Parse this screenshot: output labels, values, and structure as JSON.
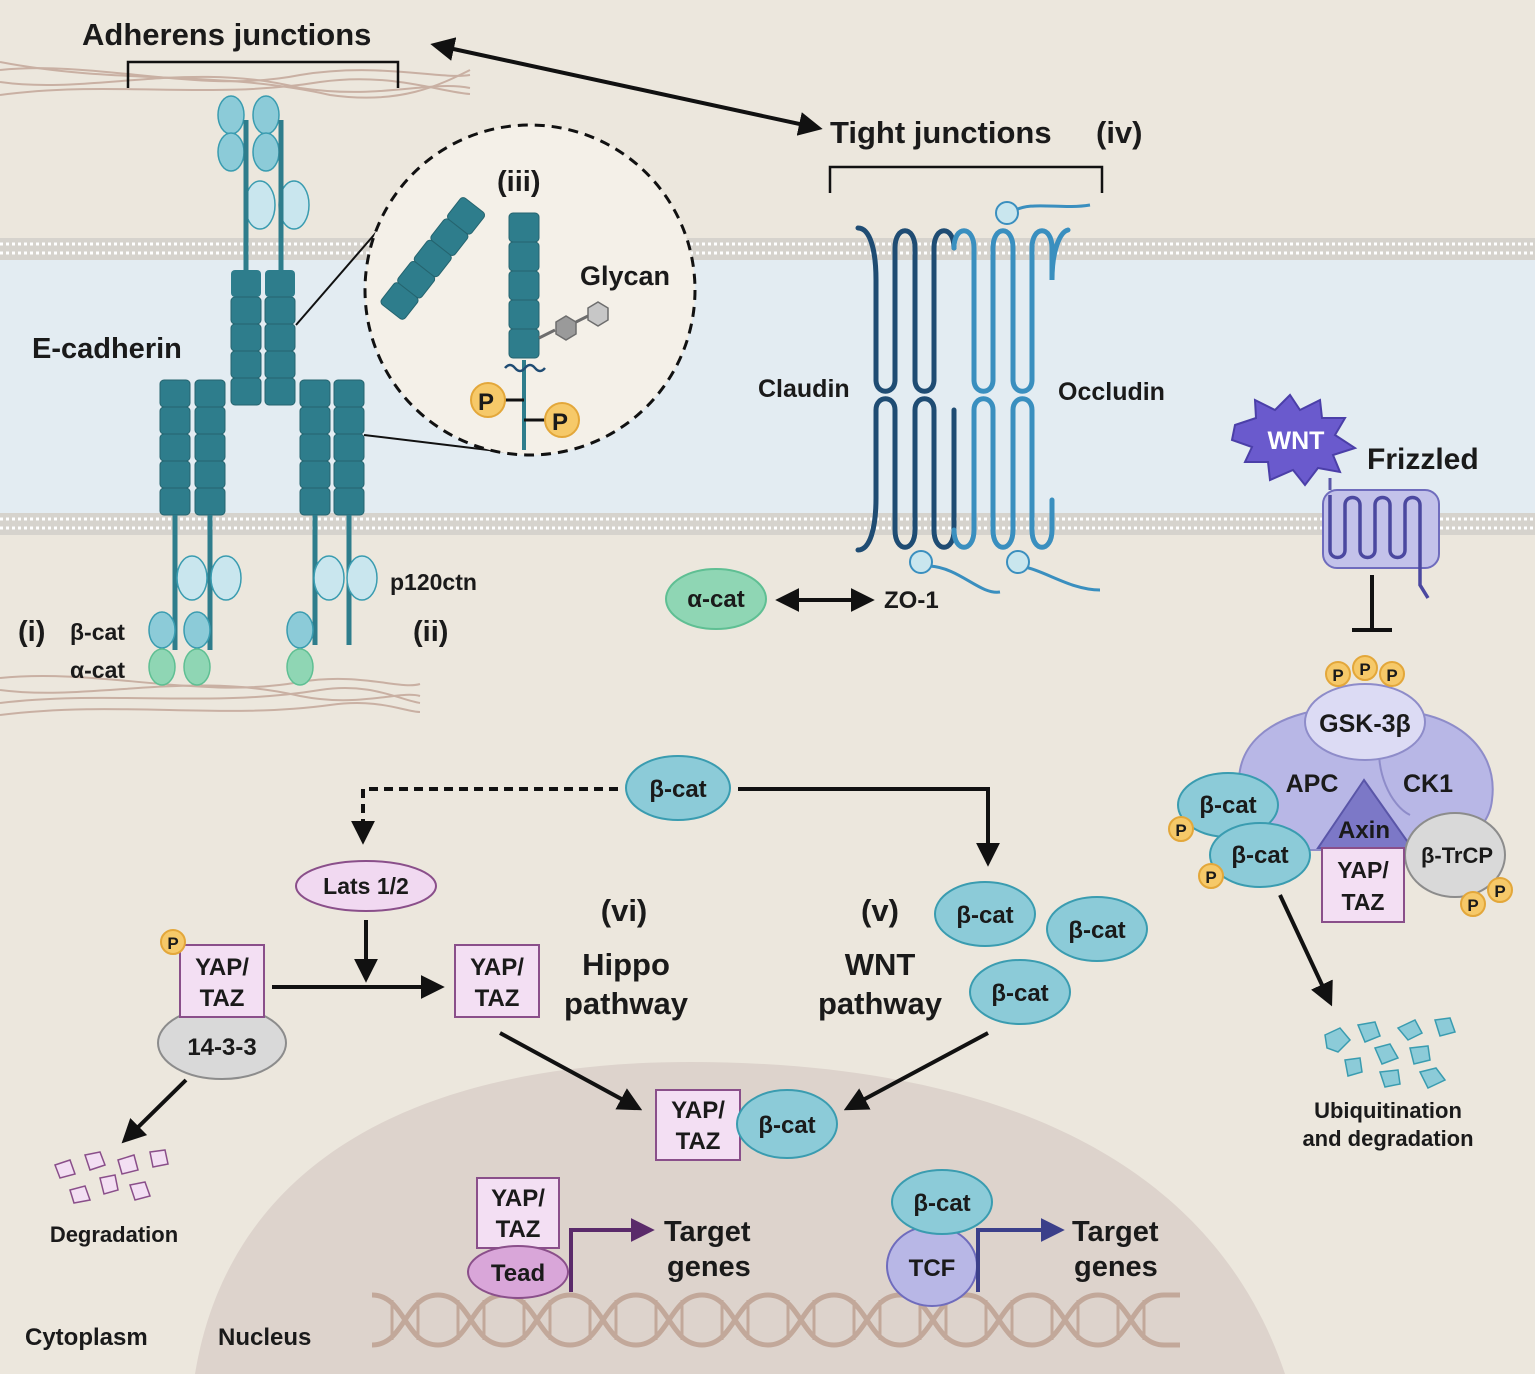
{
  "labels": {
    "adherens": "Adherens junctions",
    "tight": "Tight junctions",
    "tight_num": "(iv)",
    "ecadherin": "E-cadherin",
    "num_i": "(i)",
    "num_ii": "(ii)",
    "num_iii": "(iii)",
    "num_v": "(v)",
    "num_vi": "(vi)",
    "bcat": "β-cat",
    "acat": "α-cat",
    "p120": "p120ctn",
    "glycan": "Glycan",
    "p": "P",
    "claudin": "Claudin",
    "occludin": "Occludin",
    "zo1": "ZO-1",
    "wnt": "WNT",
    "frizzled": "Frizzled",
    "gsk": "GSK-3β",
    "apc": "APC",
    "ck1": "CK1",
    "axin": "Axin",
    "btrcp": "β-TrCP",
    "yap": "YAP/",
    "taz": "TAZ",
    "ubiq1": "Ubiquitination",
    "ubiq2": "and degradation",
    "lats": "Lats 1/2",
    "hippo1": "Hippo",
    "hippo2": "pathway",
    "wnt1": "WNT",
    "wnt2": "pathway",
    "p1433": "14-3-3",
    "degradation": "Degradation",
    "tead": "Tead",
    "tcf": "TCF",
    "target1": "Target",
    "target2": "genes",
    "cytoplasm": "Cytoplasm",
    "nucleus": "Nucleus"
  },
  "colors": {
    "background": "#ece7dd",
    "membrane": "#e3ecf2",
    "cadherin": "#2e7d8c",
    "bcat": "#8ccbd8",
    "acat": "#8fd6b4",
    "claudin": "#1f4c73",
    "occludin": "#3a8fbf",
    "yap_taz": "#f3dff3",
    "lats": "#f1d9f1",
    "destruction_complex": "#b8b7e6",
    "axin": "#7c78c7",
    "wnt": "#6a5acd",
    "phospho": "#f6c969",
    "nucleus": "#ddd3cc",
    "dna": "#c2a89a"
  }
}
